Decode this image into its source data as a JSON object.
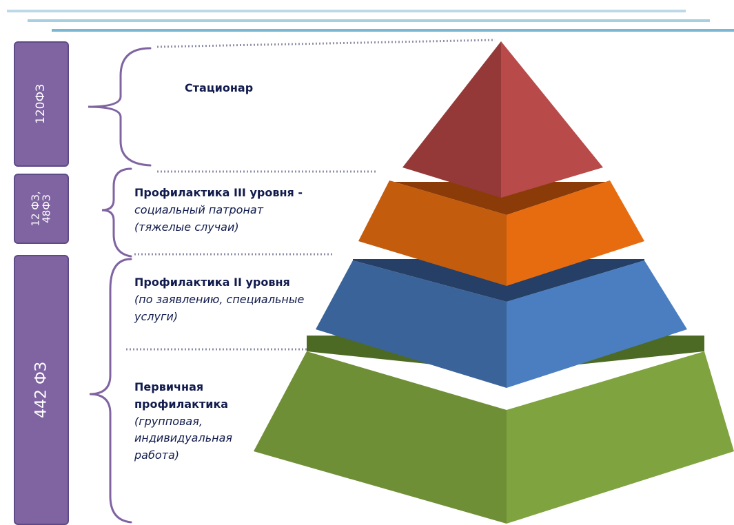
{
  "colors": {
    "header_line_1": "#bdd9e8",
    "header_line_2": "#a7cfe1",
    "header_line_3": "#7bb7d2",
    "law_box": "#8064a2",
    "bracket": "#8064a2",
    "tier_top": "#b84a4a",
    "tier_mid_high": "#e66c0f",
    "tier_mid_low": "#4a7ec0",
    "tier_base": "#7fa33f",
    "text": "#111b4d"
  },
  "laws": [
    {
      "label": "120ФЗ"
    },
    {
      "label": "12 ФЗ,\n48ФЗ"
    },
    {
      "label": "442 ФЗ"
    }
  ],
  "levels": [
    {
      "title": "Стационар",
      "desc": ""
    },
    {
      "title": "Профилактика III уровня -",
      "desc": "социальный патронат\n(тяжелые случаи)"
    },
    {
      "title": "Профилактика II уровня",
      "desc": "(по заявлению, специальные\nуслуги)"
    },
    {
      "title": "Первичная\nпрофилактика",
      "desc": "(групповая,\nиндивидуальная\nработа)"
    }
  ]
}
